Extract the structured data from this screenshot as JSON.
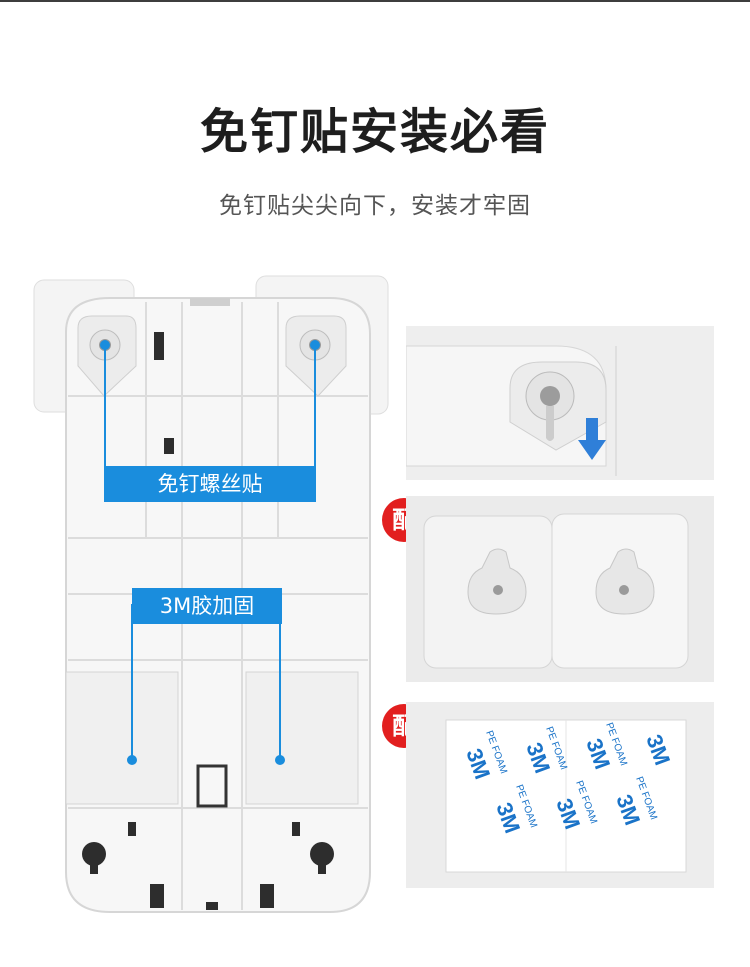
{
  "header": {
    "title": "免钉贴安装必看",
    "subtitle": "免钉贴尖尖向下，安装才牢固"
  },
  "labels": {
    "screw_sticker": "免钉螺丝贴",
    "tape_3m": "3M胶加固"
  },
  "accessories": {
    "badge": "配",
    "tape_brand": "3M",
    "tape_text": "PE FOAM"
  },
  "colors": {
    "accent_blue": "#1a8ddd",
    "badge_red": "#e21f1f",
    "arrow_blue": "#2f7fd8"
  },
  "icons": {
    "down_arrow": "arrow-down-icon"
  }
}
